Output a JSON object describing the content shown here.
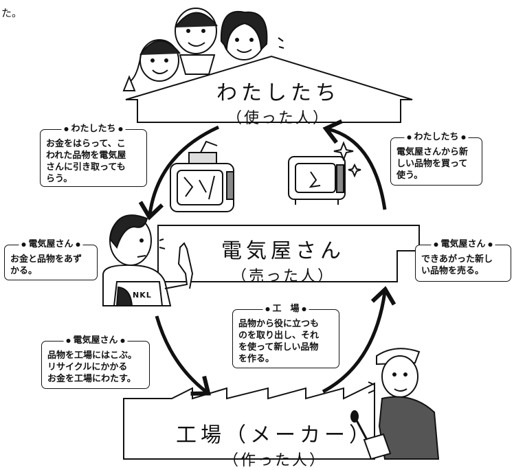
{
  "fragment": "た。",
  "house": {
    "title": "わたしたち",
    "subtitle": "（使った人）"
  },
  "shop": {
    "title": "電気屋さん",
    "subtitle": "（売った人）"
  },
  "factory": {
    "title": "工場（メーカー）",
    "subtitle": "（作った人）"
  },
  "boxes": {
    "return_item": {
      "header": "わたしたち",
      "body": "お金をはらって、こ\nわれた品物を電気屋\nさんに引き取っても\nらう。"
    },
    "buy_new": {
      "header": "わたしたち",
      "body": "電気屋さんから新\nしい品物を買って\n使う。"
    },
    "shop_keep": {
      "header": "電気屋さん",
      "body": "お金と品物をあず\nかる。"
    },
    "shop_sell": {
      "header": "電気屋さん",
      "body": "できあがった新し\nい品物を売る。"
    },
    "shop_carry": {
      "header": "電気屋さん",
      "body": "品物を工場にはこぶ。\nリサイクルにかかる\nお金を工場にわたす。"
    },
    "factory_box": {
      "header": "工　場",
      "body": "品物から役に立つも\nのを取り出し、それ\nを使って新しい品物\nを作る。"
    }
  },
  "apron_text": "NKL"
}
